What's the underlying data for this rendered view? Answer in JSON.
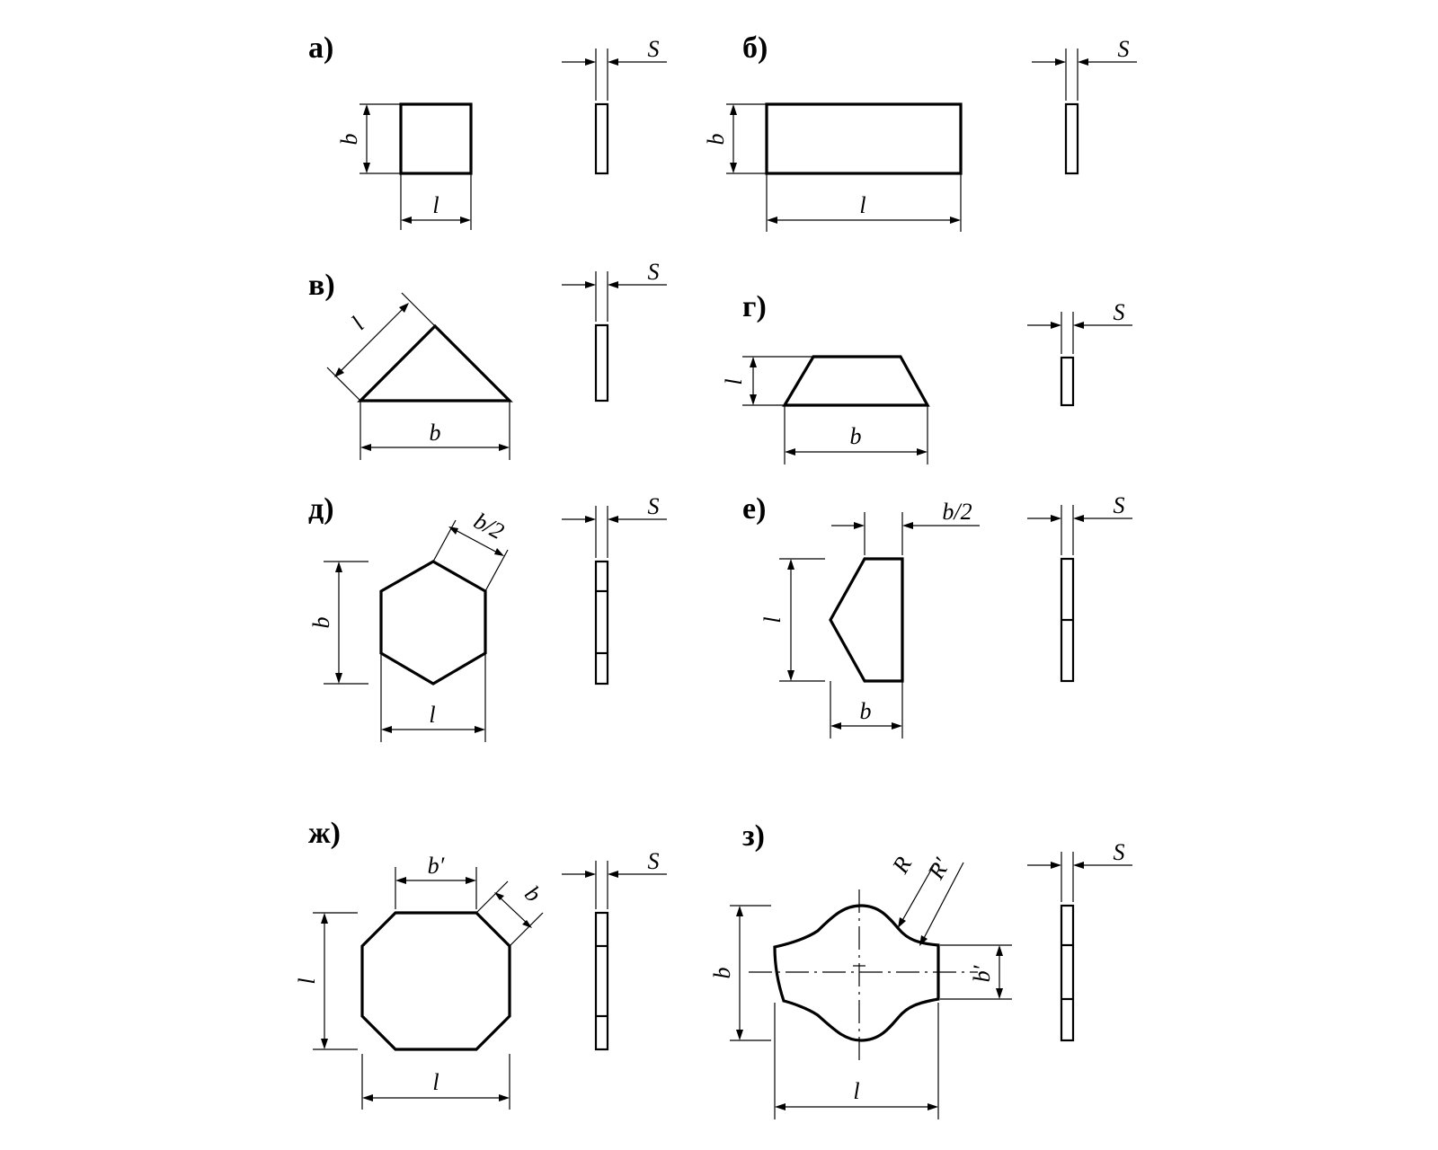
{
  "panels": [
    {
      "id": "a",
      "label": "а)",
      "dims": {
        "b": "b",
        "l": "l",
        "s": "S"
      }
    },
    {
      "id": "b",
      "label": "б)",
      "dims": {
        "b": "b",
        "l": "l",
        "s": "S"
      }
    },
    {
      "id": "v",
      "label": "в)",
      "dims": {
        "l": "l",
        "b": "b",
        "s": "S"
      }
    },
    {
      "id": "g",
      "label": "г)",
      "dims": {
        "l": "l",
        "b": "b",
        "s": "S"
      }
    },
    {
      "id": "d",
      "label": "д)",
      "dims": {
        "b_half": "b/2",
        "b": "b",
        "l": "l",
        "s": "S"
      }
    },
    {
      "id": "e",
      "label": "е)",
      "dims": {
        "b_half": "b/2",
        "l": "l",
        "b": "b",
        "s": "S"
      }
    },
    {
      "id": "zh",
      "label": "ж)",
      "dims": {
        "b_prime": "b′",
        "b": "b",
        "l_v": "l",
        "l_h": "l",
        "s": "S"
      }
    },
    {
      "id": "z",
      "label": "з)",
      "dims": {
        "R": "R",
        "R_prime": "R′",
        "b": "b",
        "b_prime": "b′",
        "l": "l",
        "s": "S"
      }
    }
  ]
}
